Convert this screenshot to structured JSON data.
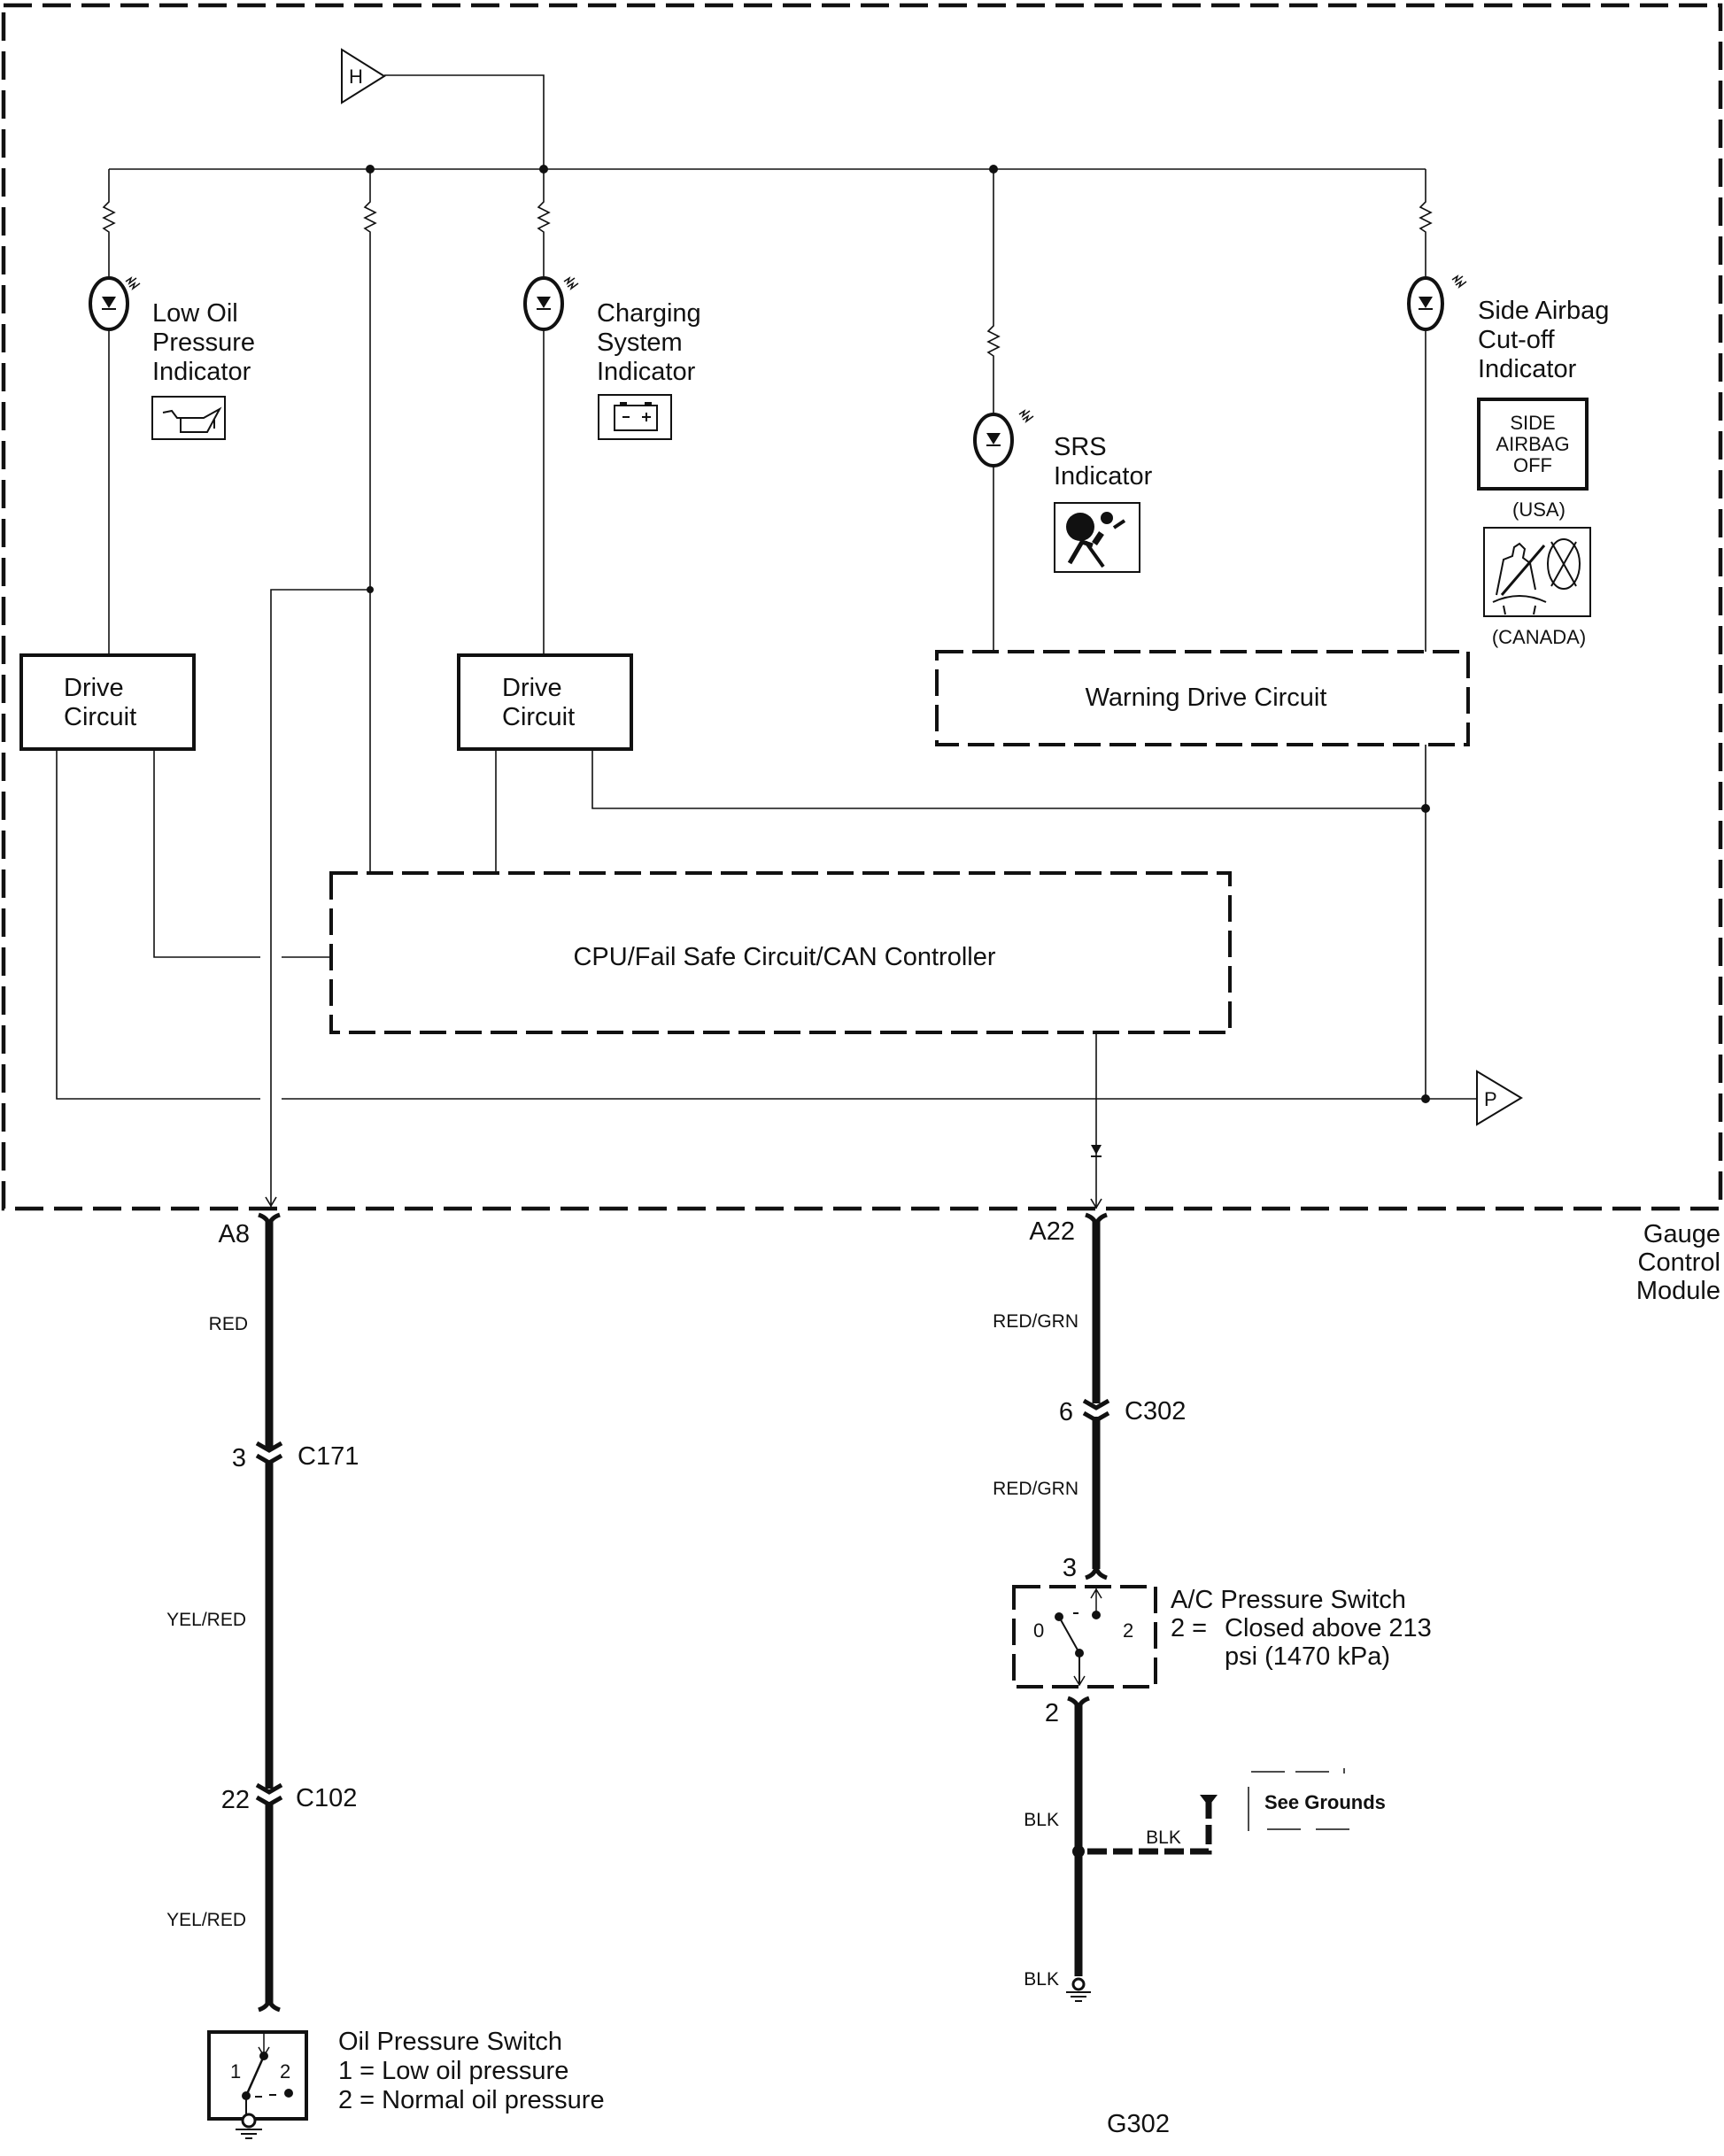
{
  "module": {
    "name_lines": [
      "Gauge",
      "Control",
      "Module"
    ]
  },
  "connectors_offpage": {
    "top": "H",
    "right": "P"
  },
  "indicators": [
    {
      "id": "low-oil",
      "label_lines": [
        "Low Oil",
        "Pressure",
        "Indicator"
      ],
      "icon": "oil-can-icon"
    },
    {
      "id": "charging",
      "label_lines": [
        "Charging",
        "System",
        "Indicator"
      ],
      "icon": "battery-icon"
    },
    {
      "id": "srs",
      "label_lines": [
        "SRS",
        "Indicator"
      ],
      "icon": "airbag-icon"
    },
    {
      "id": "side-airbag",
      "label_lines": [
        "Side Airbag",
        "Cut-off",
        "Indicator"
      ],
      "icon": "side-airbag-off-icon",
      "usa_badge_lines": [
        "SIDE",
        "AIRBAG",
        "OFF"
      ],
      "usa_caption": "(USA)",
      "canada_caption": "(CANADA)"
    }
  ],
  "blocks": {
    "drive_circuit_1": [
      "Drive",
      "Circuit"
    ],
    "drive_circuit_2": [
      "Drive",
      "Circuit"
    ],
    "warning_drive": "Warning Drive Circuit",
    "cpu": "CPU/Fail Safe Circuit/CAN Controller"
  },
  "left_circuit": {
    "terminal": "A8",
    "wire1": "RED",
    "conn1_pin": "3",
    "conn1_name": "C171",
    "wire2": "YEL/RED",
    "conn2_pin": "22",
    "conn2_name": "C102",
    "wire3": "YEL/RED",
    "switch_title": "Oil Pressure Switch",
    "switch_pos1": "1",
    "switch_pos2": "2",
    "switch_desc": [
      "1 = Low oil pressure",
      "2 = Normal oil pressure"
    ]
  },
  "right_circuit": {
    "terminal": "A22",
    "wire1": "RED/GRN",
    "conn1_pin": "6",
    "conn1_name": "C302",
    "wire2": "RED/GRN",
    "switch_in_pin": "3",
    "switch_title": "A/C Pressure Switch",
    "switch_pos0": "0",
    "switch_pos2": "2",
    "switch_desc_prefix": "2 =",
    "switch_desc": [
      "Closed above 213",
      "psi (1470 kPa)"
    ],
    "switch_out_pin": "2",
    "wire3": "BLK",
    "wire4": "BLK",
    "ground": "G302",
    "see_grounds": "See Grounds",
    "branch_wire": "BLK"
  }
}
